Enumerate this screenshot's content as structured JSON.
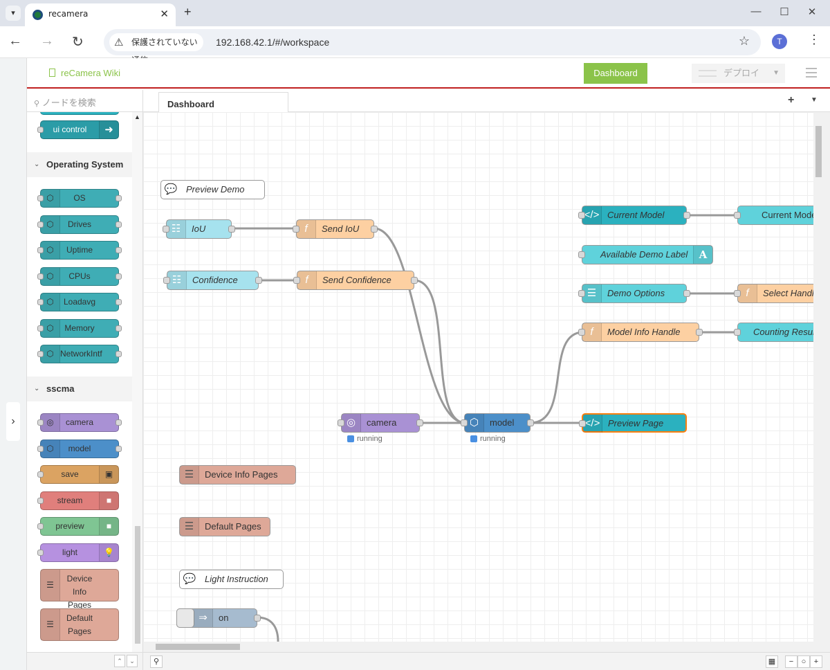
{
  "browser": {
    "tab_title": "recamera",
    "security_label": "保護されていない通信",
    "url": "192.168.42.1/#/workspace",
    "avatar_initial": "T"
  },
  "header": {
    "wiki_link": "reCamera Wiki",
    "dashboard_button": "Dashboard",
    "deploy_button": "デプロイ"
  },
  "palette": {
    "search_placeholder": "ノードを検索",
    "top_node": "ui control",
    "categories": [
      {
        "label": "Operating System",
        "nodes": [
          "OS",
          "Drives",
          "Uptime",
          "CPUs",
          "Loadavg",
          "Memory",
          "NetworkIntf"
        ]
      },
      {
        "label": "sscma",
        "nodes": [
          "camera",
          "model",
          "save",
          "stream",
          "preview",
          "light",
          "Device Info Pages",
          "Default Pages"
        ]
      }
    ],
    "tall_nodes": [
      [
        "Device Info",
        "Pages"
      ],
      [
        "Default",
        "Pages"
      ]
    ]
  },
  "workspace": {
    "tab": "Dashboard"
  },
  "flow": {
    "comment_preview": "Preview Demo",
    "iou": "IoU",
    "send_iou": "Send IoU",
    "confidence": "Confidence",
    "send_confidence": "Send Confidence",
    "current_model": "Current Model",
    "current_model_text": "Current Model",
    "available_demo_label": "Available Demo Label",
    "demo_options": "Demo Options",
    "select_handle": "Select Handle",
    "model_info_handle": "Model Info Handle",
    "counting_result": "Counting Result",
    "camera": "camera",
    "camera_status": "running",
    "model": "model",
    "model_status": "running",
    "preview_page": "Preview Page",
    "device_info_pages": "Device Info Pages",
    "default_pages": "Default Pages",
    "light_instruction": "Light Instruction",
    "on": "on"
  },
  "colors": {
    "accent_green": "#8bc34a",
    "header_border": "#c02020",
    "os_node": "#3fadb5",
    "camera_node": "#a991d4",
    "model_node": "#4c8fc9",
    "function_node": "#fdd0a2",
    "ui_template": "#2bb1bf",
    "ui_text": "#5fd2db"
  }
}
